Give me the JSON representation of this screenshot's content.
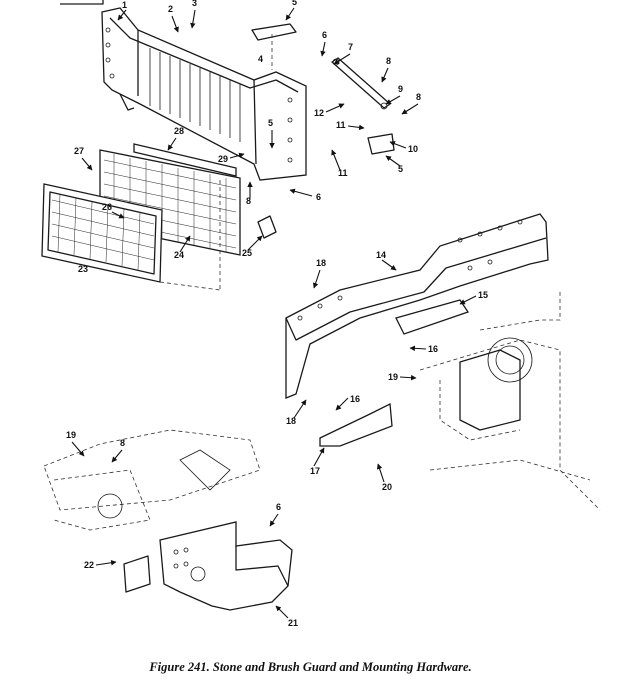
{
  "caption": "Figure 241. Stone and Brush Guard and Mounting Hardware.",
  "callouts": [
    "1",
    "2",
    "3",
    "4",
    "5",
    "6",
    "7",
    "8",
    "9",
    "8",
    "12",
    "11",
    "10",
    "5",
    "28",
    "27",
    "29",
    "5",
    "11",
    "8",
    "6",
    "26",
    "24",
    "25",
    "23",
    "14",
    "18",
    "15",
    "16",
    "19",
    "16",
    "18",
    "17",
    "20",
    "19",
    "8",
    "6",
    "22",
    "21"
  ]
}
